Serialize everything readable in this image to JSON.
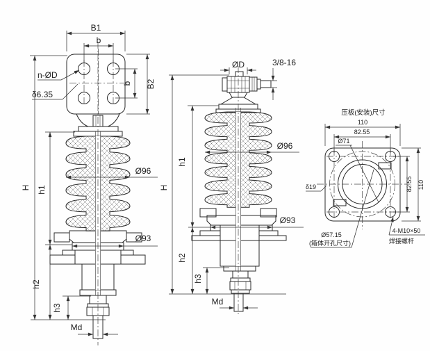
{
  "drawing": {
    "left_view": {
      "plate_width": "B1",
      "plate_hole_span": "b",
      "plate_height": "B2",
      "plate_hole_span_v": "b",
      "plate_holes": "n-ØD",
      "plate_thickness": "δ6.35",
      "overall_height": "H",
      "upper_height": "h1",
      "lower_height": "h2",
      "stud_height": "h3",
      "stud_thread": "Md",
      "shed_dia": "Ø96",
      "flange_dia": "Ø93"
    },
    "middle_view": {
      "terminal_dia": "ØD",
      "terminal_thread": "3/8-16",
      "overall_height": "H",
      "upper_height": "h1",
      "lower_height": "h2",
      "stud_height": "h3",
      "stud_thread": "Md",
      "shed_dia": "Ø96",
      "flange_dia": "Ø93"
    },
    "plate_view": {
      "title": "压板(安装)尺寸",
      "outer_width": "110",
      "hole_span": "82.55",
      "center_hole_dia": "Ø71",
      "hole_span_v": "82.55",
      "outer_height": "110",
      "thickness": "δ19",
      "cutout_dia": "Ø57.15",
      "cutout_note": "(箱体开孔尺寸)",
      "studs_spec": "4-M10×50",
      "studs_note": "焊接螺杆"
    }
  }
}
